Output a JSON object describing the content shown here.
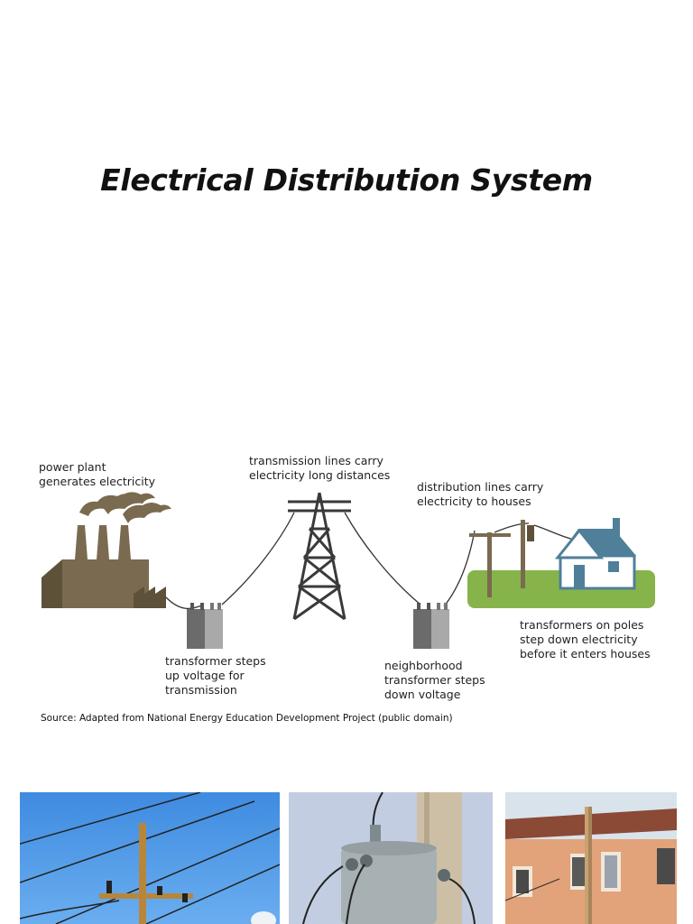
{
  "title": "Electrical Distribution System",
  "labels": {
    "power_plant": [
      "power plant",
      "generates electricity"
    ],
    "transmission_lines": [
      "transmission lines carry",
      "electricity long distances"
    ],
    "distribution_lines": [
      "distribution lines carry",
      "electricity to houses"
    ],
    "step_up_transformer": [
      "transformer steps",
      "up voltage for",
      "transmission"
    ],
    "neighborhood_transformer": [
      "neighborhood",
      "transformer steps",
      "down voltage"
    ],
    "pole_transformers": [
      "transformers on poles",
      "step down electricity",
      "before it enters houses"
    ]
  },
  "source": "Source: Adapted from National Energy Education Development Project (public domain)",
  "colors": {
    "factory": "#7a6a4f",
    "factory_dark": "#5e5139",
    "transformer_dark": "#6b6b6b",
    "transformer_light": "#a9a9a9",
    "tower": "#3a3a3a",
    "pole": "#7a6a4f",
    "grass": "#86b44a",
    "house_roof": "#4f7f99",
    "house_wall": "#ffffff",
    "sky": "#4a90d9"
  }
}
